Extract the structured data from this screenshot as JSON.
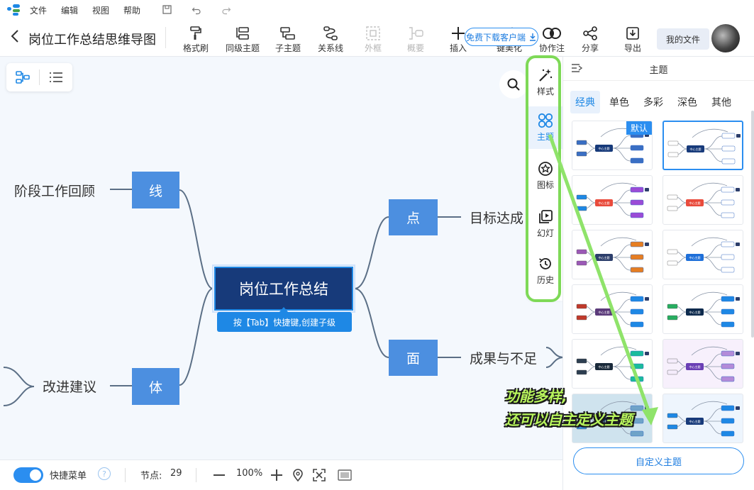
{
  "menubar": {
    "items": [
      "文件",
      "编辑",
      "视图",
      "帮助"
    ]
  },
  "toolbar": {
    "back_icon": "chevron-left-icon",
    "doc_title": "岗位工作总结思维导图",
    "buttons": [
      {
        "label": "格式刷",
        "icon": "paint-roller-icon",
        "disabled": false
      },
      {
        "label": "同级主题",
        "icon": "sibling-topic-icon",
        "disabled": false
      },
      {
        "label": "子主题",
        "icon": "child-topic-icon",
        "disabled": false
      },
      {
        "label": "关系线",
        "icon": "relation-line-icon",
        "disabled": false
      },
      {
        "label": "外框",
        "icon": "boundary-icon",
        "disabled": true
      },
      {
        "label": "概要",
        "icon": "summary-icon",
        "disabled": true
      },
      {
        "label": "插入",
        "icon": "plus-icon",
        "disabled": false
      },
      {
        "label": "键美化",
        "icon": "magic-wand-icon",
        "disabled": false
      },
      {
        "label": "协作注",
        "icon": "collaborate-icon",
        "disabled": false
      },
      {
        "label": "分享",
        "icon": "share-icon",
        "disabled": false
      },
      {
        "label": "导出",
        "icon": "export-icon",
        "disabled": false
      }
    ],
    "download_label": "免费下载客户端",
    "my_files": "我的文件"
  },
  "canvas": {
    "root": "岗位工作总结",
    "tab_tip": "按【Tab】快捷键,创建子级",
    "nodes": {
      "xian": "线",
      "ti": "体",
      "dian": "点",
      "mian": "面",
      "review": "阶段工作回顾",
      "advice": "改进建议",
      "goal": "目标达成",
      "results": "成果与不足"
    }
  },
  "side_rail": {
    "items": [
      {
        "label": "样式",
        "icon": "style-wand-icon"
      },
      {
        "label": "主题",
        "icon": "theme-icon",
        "active": true
      },
      {
        "label": "图标",
        "icon": "star-badge-icon"
      },
      {
        "label": "幻灯",
        "icon": "slides-icon"
      },
      {
        "label": "历史",
        "icon": "history-icon"
      }
    ]
  },
  "panel": {
    "title": "主题",
    "tabs": [
      "经典",
      "单色",
      "多彩",
      "深色",
      "其他"
    ],
    "active_tab": "经典",
    "default_badge": "默认",
    "custom_button": "自定义主题",
    "thumb_center_label": "中心主题"
  },
  "annotation": {
    "line1": "功能多样,",
    "line2": "还可以自主定义主题",
    "color": "#b8f55c",
    "frame_color": "#7ed957"
  },
  "statusbar": {
    "quick_menu": "快捷菜单",
    "help": "?",
    "nodes_label": "节点:",
    "nodes_count": "29",
    "zoom": "100%"
  },
  "colors": {
    "accent": "#1e88e5",
    "node_blue": "#4c8fe0",
    "root_navy": "#173a7a",
    "branch_line": "#5b6f86"
  }
}
